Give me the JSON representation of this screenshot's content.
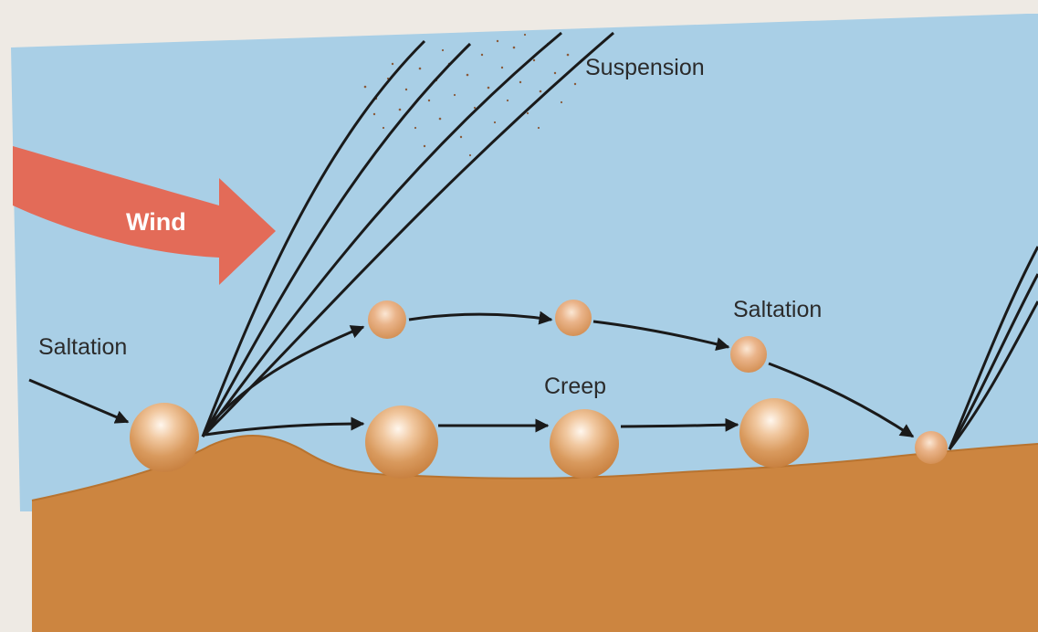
{
  "labels": {
    "suspension": "Suspension",
    "wind": "Wind",
    "saltation_left": "Saltation",
    "saltation_right": "Saltation",
    "creep": "Creep"
  },
  "colors": {
    "sky": "#a9cfe6",
    "ground": "#cc8540",
    "wind_arrow": "#e36b58",
    "grain": "#d99a5e",
    "trajectory": "#1a1a1a"
  }
}
